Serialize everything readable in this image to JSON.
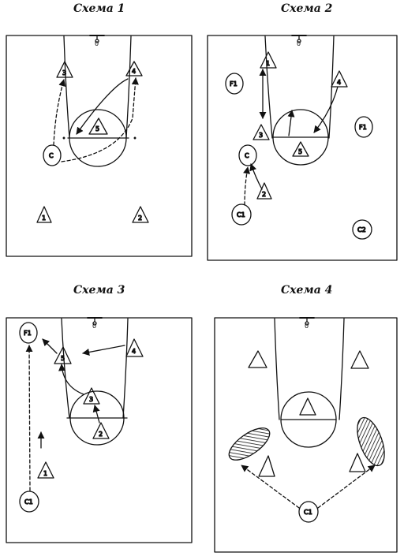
{
  "diagrams": [
    {
      "title": "Схема 1",
      "basket_label": "0",
      "players": [
        {
          "label": "1",
          "role": "attacker"
        },
        {
          "label": "2",
          "role": "attacker"
        },
        {
          "label": "3",
          "role": "attacker"
        },
        {
          "label": "4",
          "role": "attacker"
        },
        {
          "label": "5",
          "role": "attacker"
        },
        {
          "label": "C",
          "role": "coach"
        }
      ]
    },
    {
      "title": "Схема 2",
      "basket_label": "0",
      "players": [
        {
          "label": "1",
          "role": "attacker"
        },
        {
          "label": "2",
          "role": "attacker"
        },
        {
          "label": "3",
          "role": "attacker"
        },
        {
          "label": "4",
          "role": "attacker"
        },
        {
          "label": "5",
          "role": "attacker"
        },
        {
          "label": "C",
          "role": "coach"
        },
        {
          "label": "C1",
          "role": "coach"
        },
        {
          "label": "C2",
          "role": "coach"
        },
        {
          "label": "F1",
          "role": "coach"
        },
        {
          "label": "F1",
          "role": "coach"
        }
      ]
    },
    {
      "title": "Схема 3",
      "basket_label": "0",
      "players": [
        {
          "label": "1",
          "role": "attacker"
        },
        {
          "label": "2",
          "role": "attacker"
        },
        {
          "label": "3",
          "role": "attacker"
        },
        {
          "label": "4",
          "role": "attacker"
        },
        {
          "label": "5",
          "role": "attacker"
        },
        {
          "label": "C1",
          "role": "coach"
        },
        {
          "label": "F1",
          "role": "coach"
        }
      ]
    },
    {
      "title": "Схема 4",
      "basket_label": "0",
      "players": [
        {
          "label": "C1",
          "role": "coach"
        }
      ]
    }
  ]
}
